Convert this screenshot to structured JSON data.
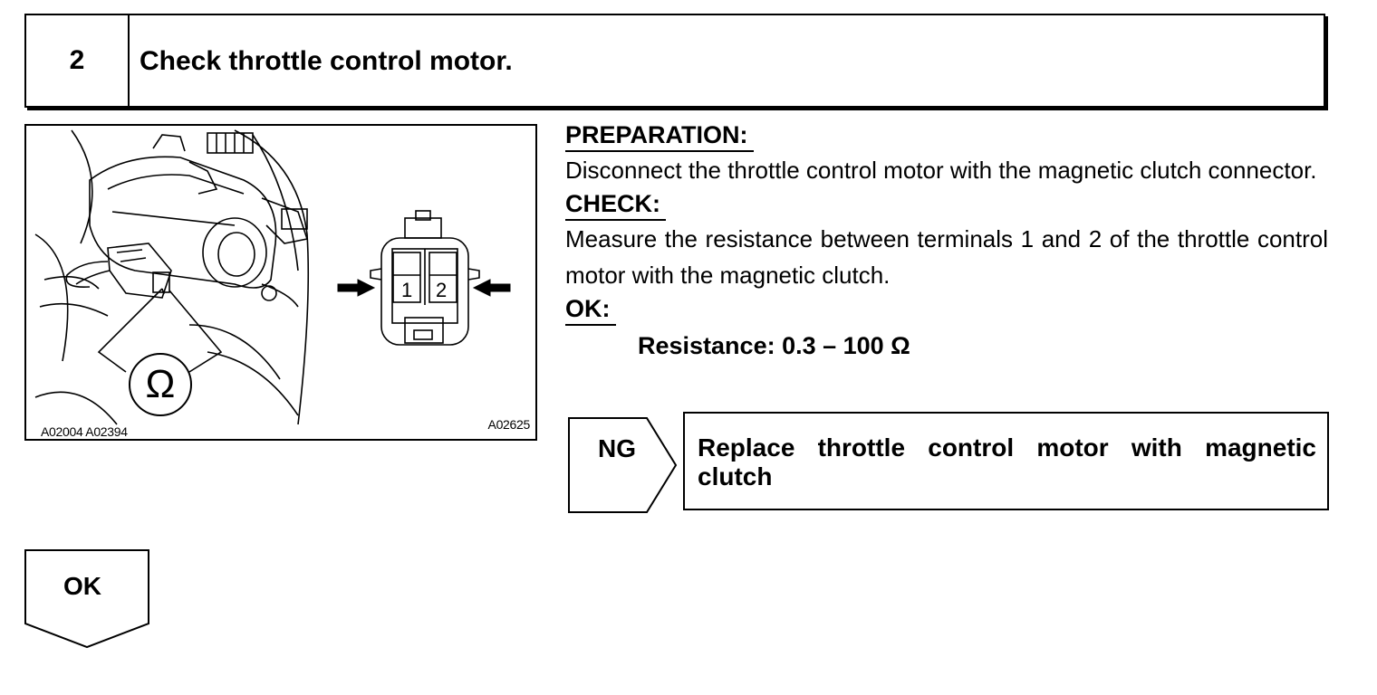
{
  "step": {
    "number": "2",
    "title": "Check throttle control motor."
  },
  "illustration": {
    "figure_codes_left": "A02004 A02394",
    "figure_code_right": "A02625",
    "meter_symbol": "Ω",
    "terminals": [
      "1",
      "2"
    ]
  },
  "preparation": {
    "label": "PREPARATION:",
    "text": "Disconnect the throttle control motor with the magnetic clutch connector."
  },
  "check": {
    "label": "CHECK:",
    "text": "Measure the resistance between terminals 1 and 2 of the throttle control motor with the magnetic clutch."
  },
  "ok_spec": {
    "label": "OK:",
    "text": "Resistance: 0.3 – 100 Ω"
  },
  "ng_result": {
    "label": "NG",
    "action": "Replace throttle control motor with magnetic clutch"
  },
  "ok_result": {
    "label": "OK"
  }
}
